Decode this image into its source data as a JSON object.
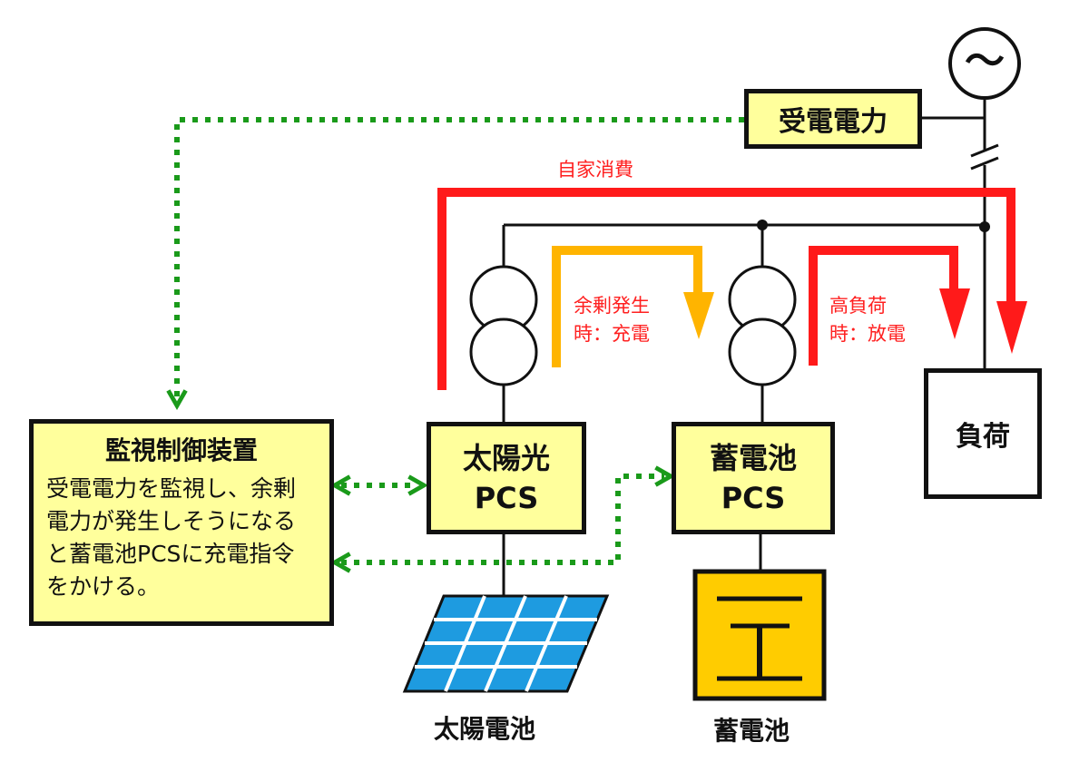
{
  "nodes": {
    "jyuden": "受電電力",
    "monitor_title": "監視制御装置",
    "monitor_desc": "受電電力を監視し、余剰電力が発生しそうになると蓄電池PCSに充電指令をかける。",
    "solar_pcs_line1": "太陽光",
    "solar_pcs_line2": "PCS",
    "batt_pcs_line1": "蓄電池",
    "batt_pcs_line2": "PCS",
    "load": "負荷",
    "solar_cell": "太陽電池",
    "battery": "蓄電池"
  },
  "flows": {
    "self_consumption": "自家消費",
    "surplus_line1": "余剰発生",
    "surplus_line2": "時：充電",
    "highload_line1": "高負荷",
    "highload_line2": "時：放電"
  },
  "symbols": {
    "generator": "～"
  },
  "colors": {
    "box_fill": "#ffff9c",
    "red_flow": "#ff1a1a",
    "orange_flow": "#ffb400",
    "green_signal": "#1a9a1a",
    "solar_blue": "#1e9be0",
    "battery_fill": "#ffcc00"
  }
}
